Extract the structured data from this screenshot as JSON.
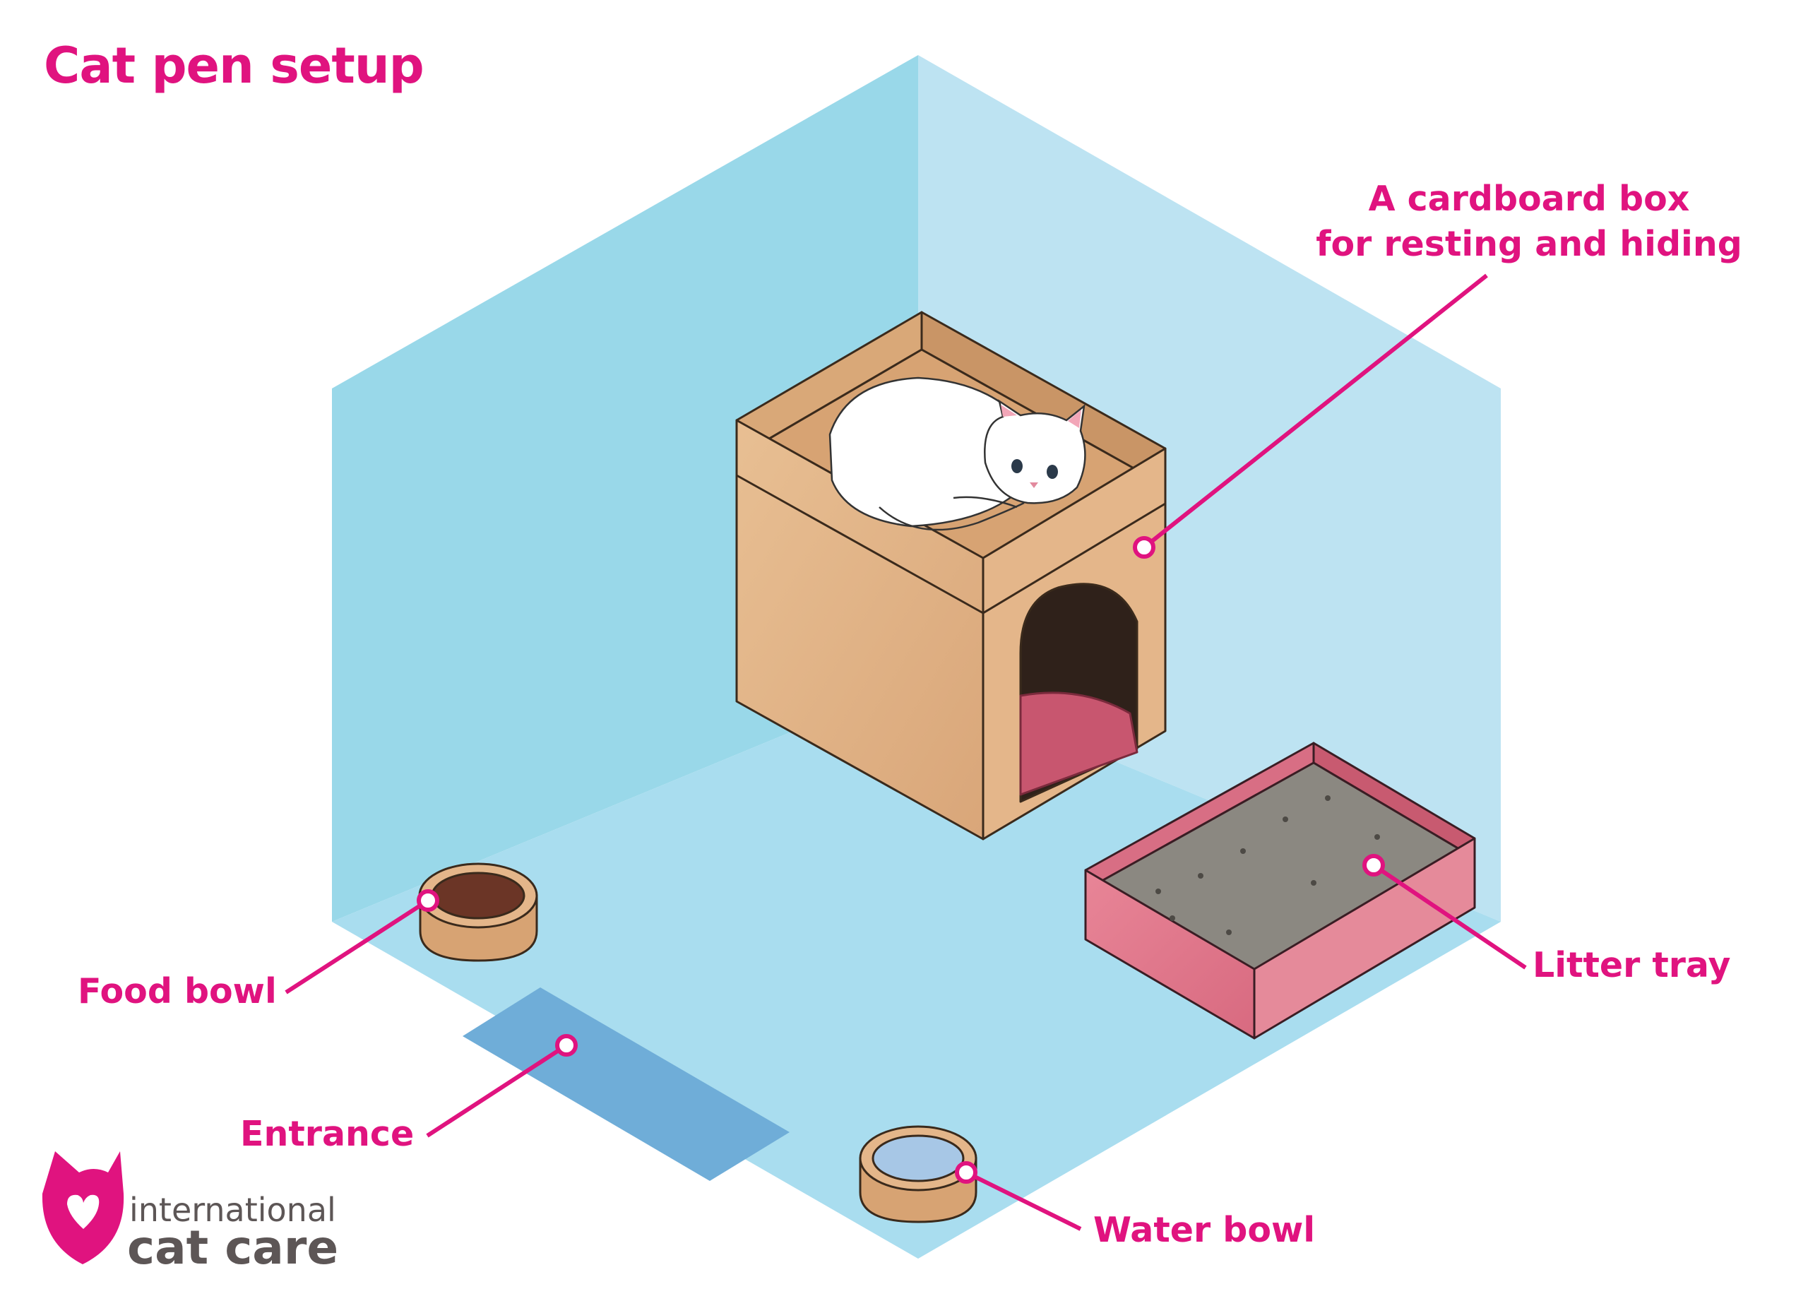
{
  "title": "Cat pen setup",
  "labels": {
    "box_line1": "A cardboard box",
    "box_line2": "for resting and hiding",
    "litter_tray": "Litter tray",
    "food_bowl": "Food bowl",
    "entrance": "Entrance",
    "water_bowl": "Water bowl"
  },
  "logo": {
    "line1": "international",
    "line2": "cat care"
  },
  "colors": {
    "accent": "#e0137f",
    "wall_left": "#99d8e9",
    "wall_right": "#bde3f2",
    "floor": "#a9ddef",
    "entrance": "#6fadd8",
    "cardboard": "#e2b387",
    "litter_tray": "#e07a8c",
    "logo_text": "#5d5656"
  },
  "icons": {
    "logo": "cat-head-heart-icon",
    "callout_marker": "circle-marker-icon"
  }
}
